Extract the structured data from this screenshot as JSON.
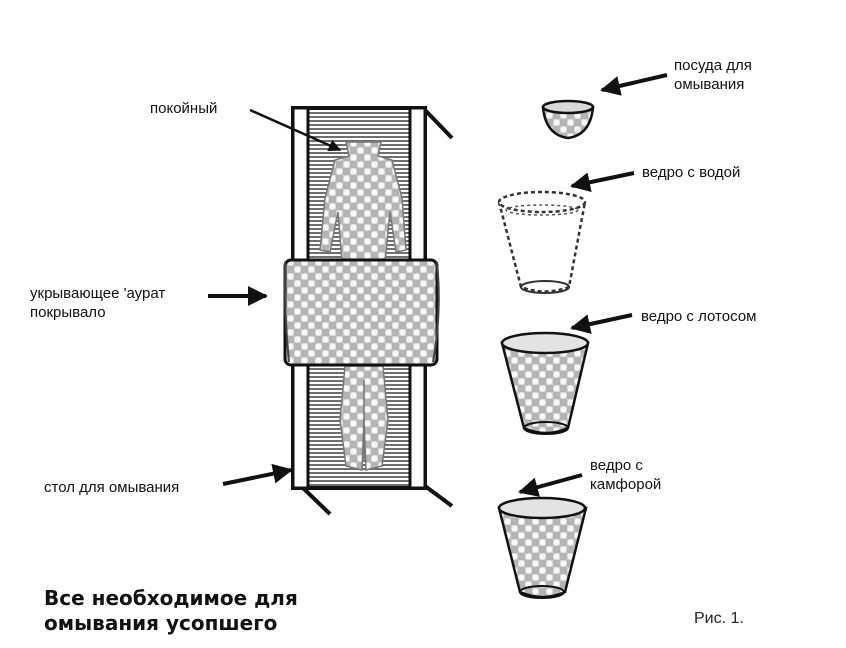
{
  "labels": {
    "deceased": "покойный",
    "cover_line1": "укрывающее 'аурат",
    "cover_line2": "покрывало",
    "washing_table": "стол для омывания",
    "vessel_line1": "посуда для",
    "vessel_line2": "омывания",
    "bucket_water": "ведро с водой",
    "bucket_lotus": "ведро с лотосом",
    "bucket_camphor_line1": "ведро с",
    "bucket_camphor_line2": "камфорой"
  },
  "caption": {
    "line1": "Все необходимое для",
    "line2": "омывания усопшего"
  },
  "figure_number": "Рис. 1.",
  "colors": {
    "ink": "#111111",
    "pattern": "#8a8a8a",
    "background": "#ffffff"
  }
}
